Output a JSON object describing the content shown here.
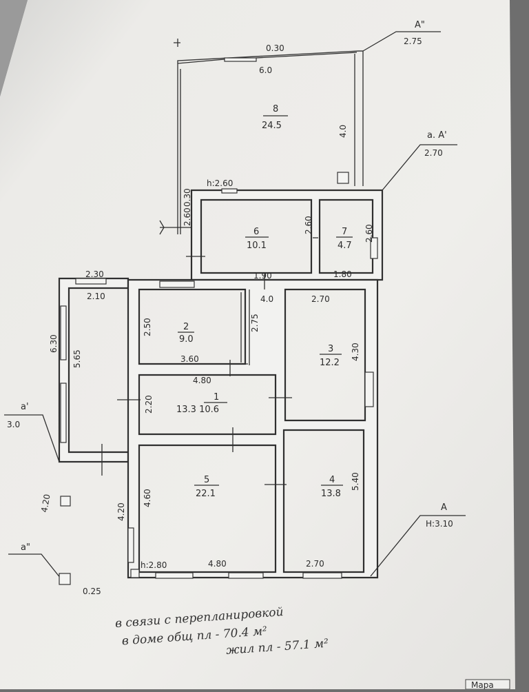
{
  "sections": {
    "a2_top": {
      "letter": "A\"",
      "height": "2.75"
    },
    "a1_right": {
      "letter": "a. A'",
      "height": "2.70"
    },
    "a1_left": {
      "letter": "a'",
      "height": "3.0"
    },
    "a2_left": {
      "letter": "a\"",
      "height": "4.20"
    },
    "a_right": {
      "letter": "A",
      "height": "H:3.10"
    }
  },
  "rooms": [
    {
      "id": "8",
      "area": "24.5"
    },
    {
      "id": "6",
      "area": "10.1"
    },
    {
      "id": "7",
      "area": "4.7"
    },
    {
      "id": "2",
      "area": "9.0"
    },
    {
      "id": "3",
      "area": "12.2"
    },
    {
      "id": "1",
      "area": "13.3 10.6"
    },
    {
      "id": "5",
      "area": "22.1"
    },
    {
      "id": "4",
      "area": "13.8"
    }
  ],
  "dims": {
    "d_030_top": "0.30",
    "d_60_top": "6.0",
    "d_40_right8": "4.0",
    "d_h260": "h:2.60",
    "d_030_left6": "0.30",
    "d_260_left6": "2.60",
    "d_260_mid": "2.60",
    "d_260_right": "2.60",
    "d_190": "1.90",
    "d_180": "1.80",
    "d_230": "2.30",
    "d_210": "2.10",
    "d_630": "6.30",
    "d_565": "5.65",
    "d_250": "2.50",
    "d_360": "3.60",
    "d_275": "2.75",
    "d_40_mid": "4.0",
    "d_270_top3": "2.70",
    "d_430": "4.30",
    "d_480_mid": "4.80",
    "d_220": "2.20",
    "d_460": "4.60",
    "d_420_left": "4.20",
    "d_540": "5.40",
    "d_h280": "h:2.80",
    "d_480_bot": "4.80",
    "d_270_bot": "2.70",
    "d_025": "0.25"
  },
  "note": {
    "line1": "в связи с перепланировкой",
    "line2": "в доме общ пл - 70.4 м²",
    "line3": "жил пл - 57.1 м²"
  },
  "corner_tab": "Мара"
}
